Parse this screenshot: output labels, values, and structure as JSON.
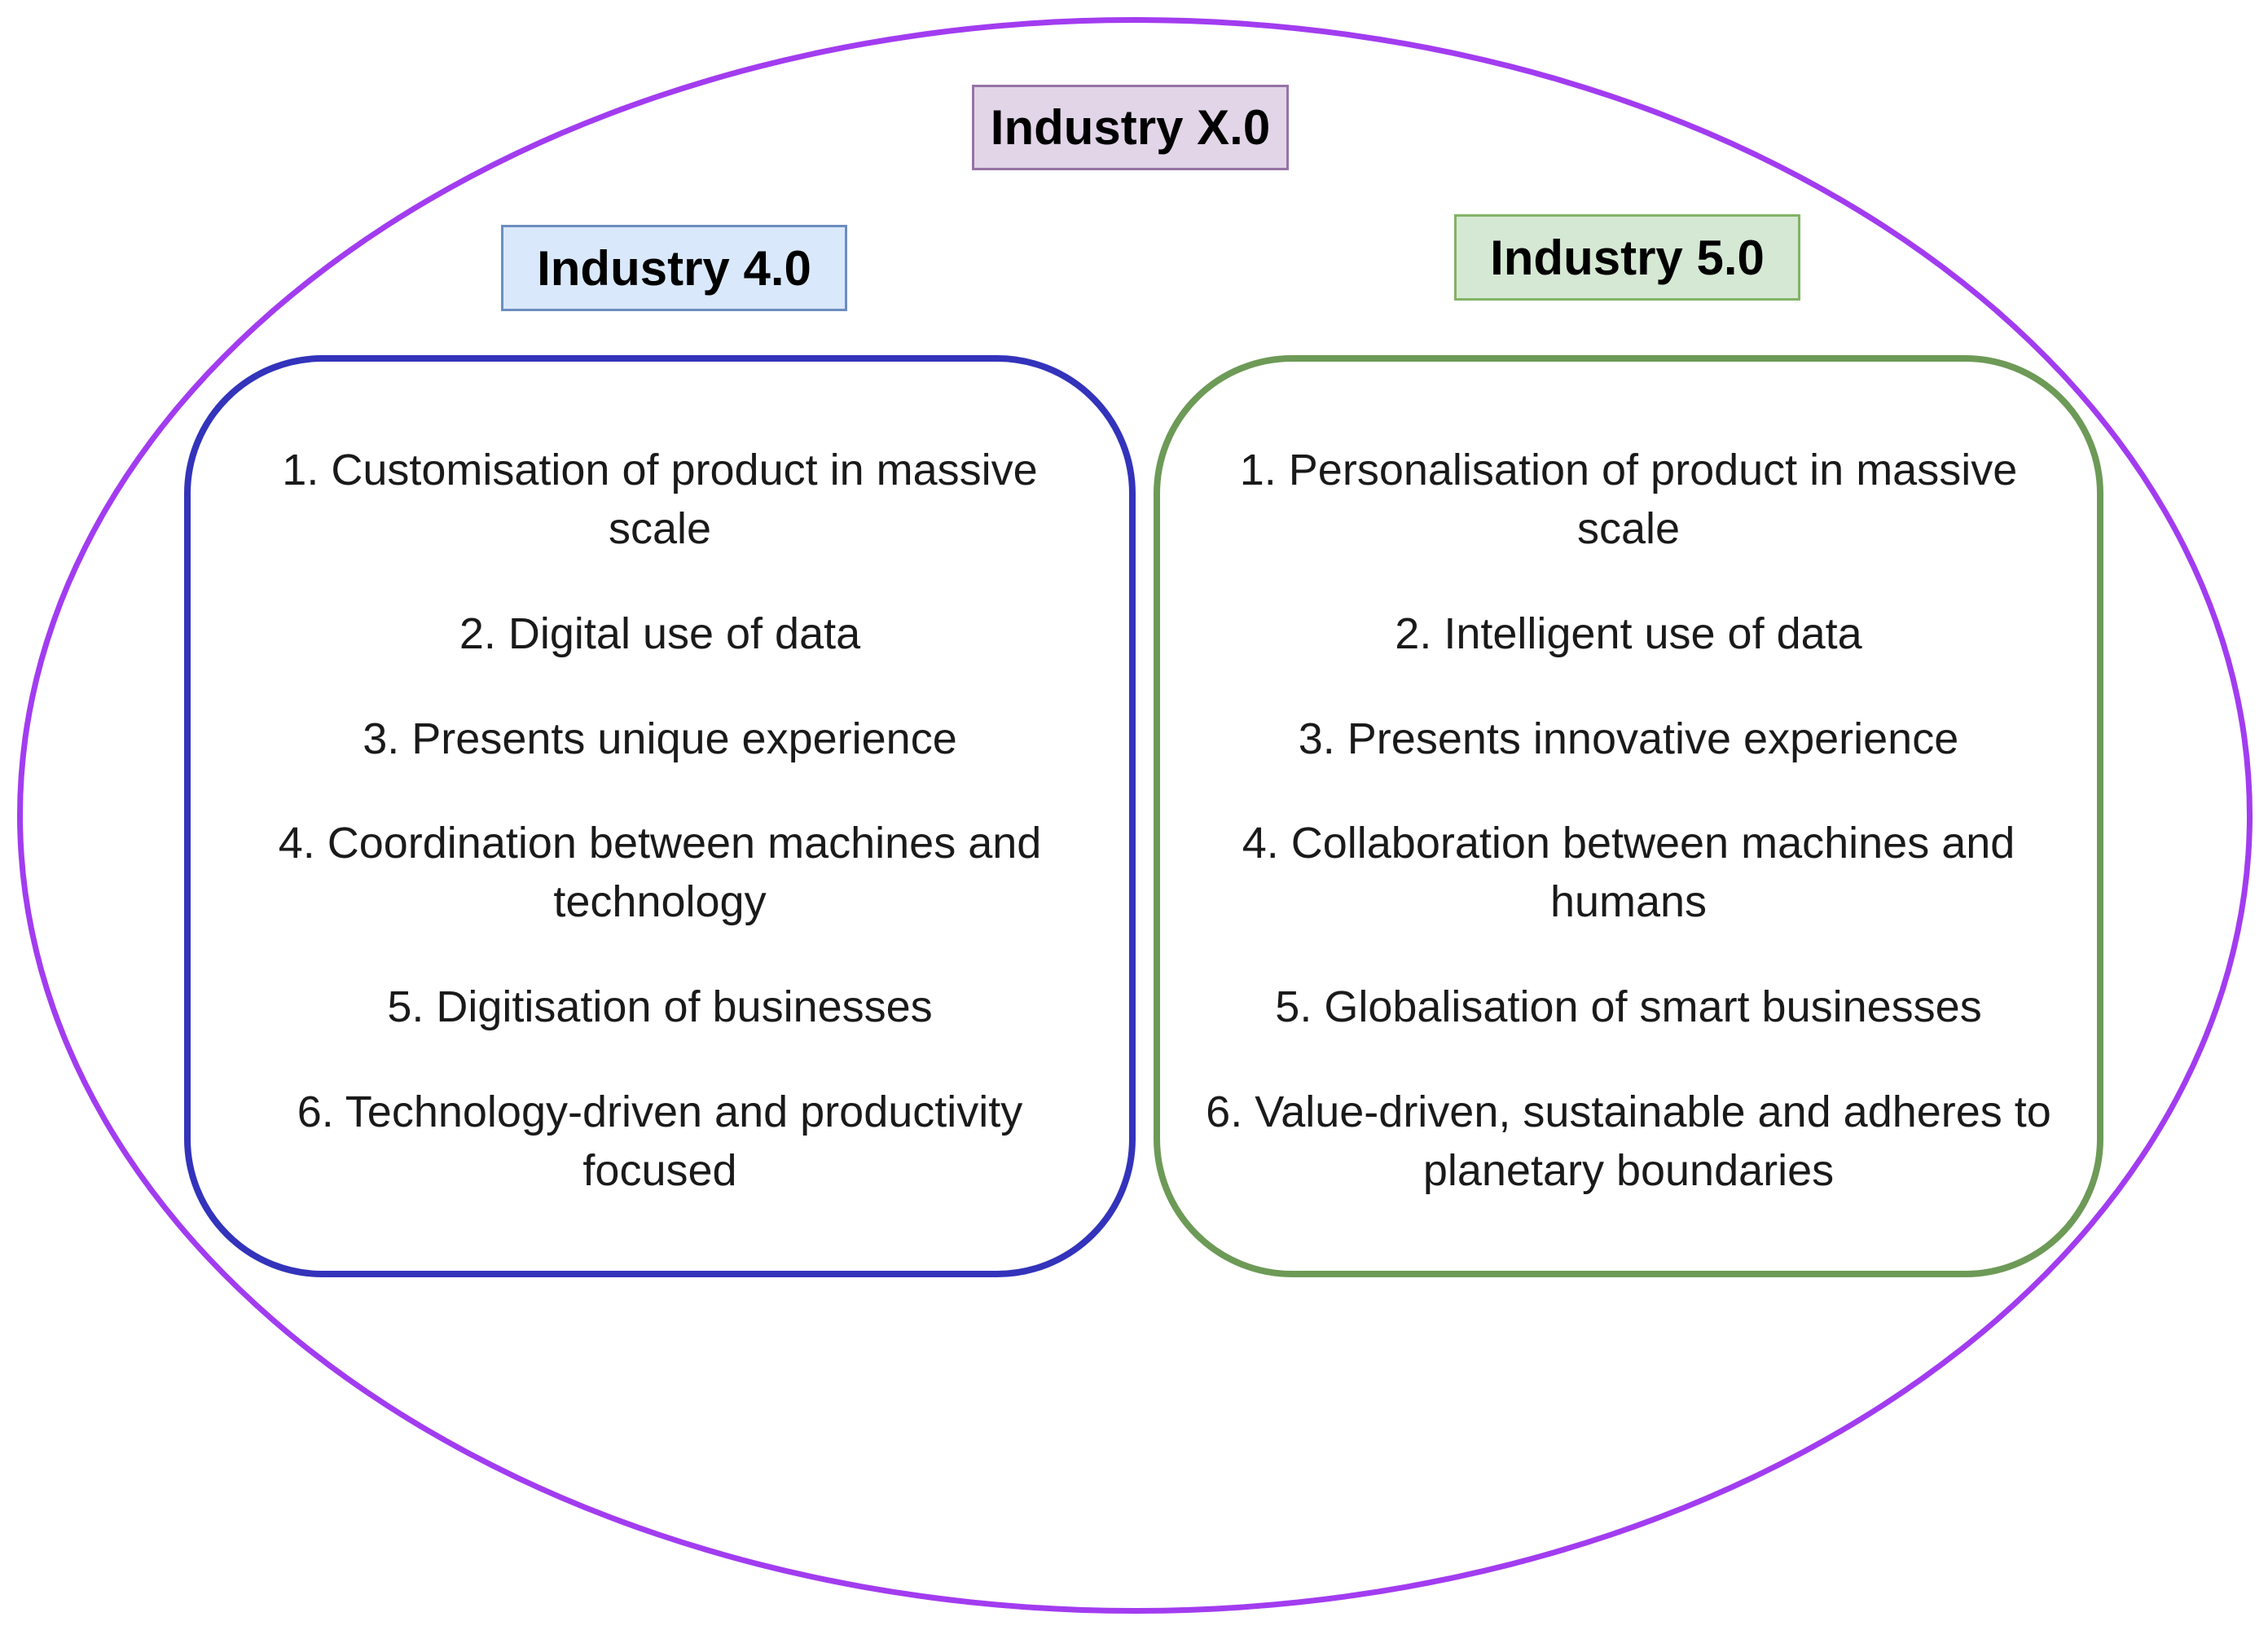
{
  "outer": {
    "title": "Industry X.0"
  },
  "industry4": {
    "title": "Industry 4.0",
    "items": [
      "1. Customisation of product in massive scale",
      "2. Digital use of data",
      "3. Presents unique experience",
      "4. Coordination between machines and technology",
      "5. Digitisation of businesses",
      "6. Technology-driven and productivity focused"
    ]
  },
  "industry5": {
    "title": "Industry 5.0",
    "items": [
      "1. Personalisation of product in massive scale",
      "2. Intelligent use of data",
      "3. Presents innovative experience",
      "4. Collaboration between machines and humans",
      "5. Globalisation of smart businesses",
      "6. Value-driven, sustainable and adheres to planetary boundaries"
    ]
  },
  "colors": {
    "outer_ellipse": "#a23cf0",
    "industry4_border": "#3333bb",
    "industry5_border": "#6d9a57",
    "title_x_fill": "#e1d5e7",
    "title_4_fill": "#dae8fc",
    "title_5_fill": "#d5e8d4"
  }
}
